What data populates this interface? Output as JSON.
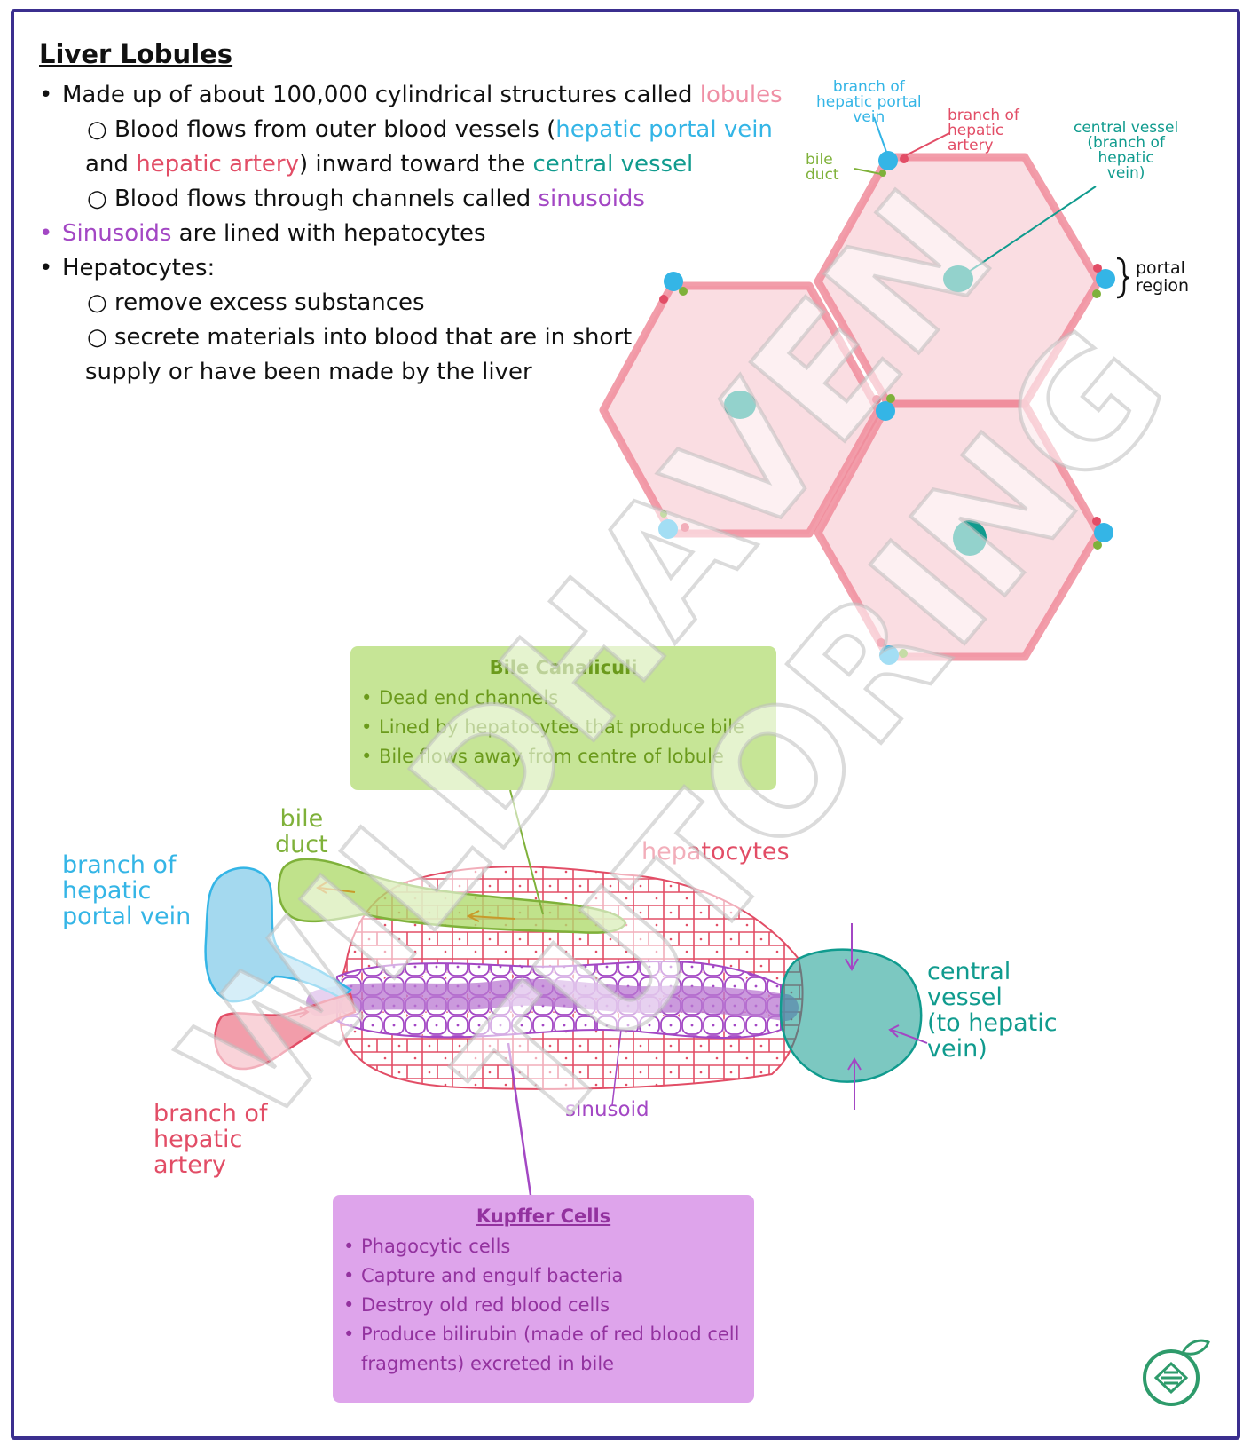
{
  "notes": {
    "title": "Liver Lobules",
    "b1_pre": "Made up of about 100,000 cylindrical structures called ",
    "b1_lobules": "lobules",
    "b1a_pre": "Blood flows from outer blood vessels (",
    "b1a_hpv": "hepatic portal vein",
    "b1b_and": "and ",
    "b1b_ha": "hepatic artery",
    "b1b_mid": ") inward toward the ",
    "b1b_cv": "central vessel",
    "b1c_pre": "Blood flows through channels called ",
    "b1c_sin": "sinusoids",
    "b2_sin": "Sinusoids",
    "b2_rest": " are lined with hepatocytes",
    "b3": "Hepatocytes:",
    "b3a": "remove excess substances",
    "b3b": "secrete materials into blood that are in short",
    "b3c": "supply or have been made by the liver",
    "bullet": "•",
    "sub_bullet": "○"
  },
  "hex_labels": {
    "hpv_branch": "branch of\nhepatic portal\nvein",
    "ha_branch": "branch of\nhepatic\nartery",
    "bile_duct": "bile\nduct",
    "central_vessel": "central vessel\n(branch of\nhepatic\nvein)",
    "portal_region": "portal\nregion",
    "brace": "}"
  },
  "diagram_labels": {
    "bile_duct": "bile\nduct",
    "hepatocytes": "hepatocytes",
    "hpv_branch": "branch of\nhepatic\nportal vein",
    "central_vessel": "central\nvessel\n(to hepatic\nvein)",
    "ha_branch": "branch of\nhepatic\nartery",
    "sinusoid": "sinusoid"
  },
  "bile_box": {
    "title": "Bile Canaliculi",
    "items": [
      "Dead end channels",
      "Lined by hepatocytes that produce bile",
      "Bile flows away from centre of lobule"
    ]
  },
  "kupffer_box": {
    "title": "Kupffer Cells",
    "items": [
      "Phagocytic cells",
      "Capture and engulf bacteria",
      "Destroy old red blood cells",
      "Produce bilirubin (made of red blood cell fragments) excreted in bile"
    ]
  },
  "watermark": {
    "line1": "WILDHAVEN",
    "line2": "TUTORING"
  },
  "colors": {
    "pink": "#ef8fa5",
    "blue": "#34b5e6",
    "red": "#e24d66",
    "teal": "#109b8e",
    "purple": "#a347c4",
    "green": "#7fb13a",
    "frame": "#3b2f8f"
  },
  "icons": [
    "leaf-logo-icon"
  ]
}
